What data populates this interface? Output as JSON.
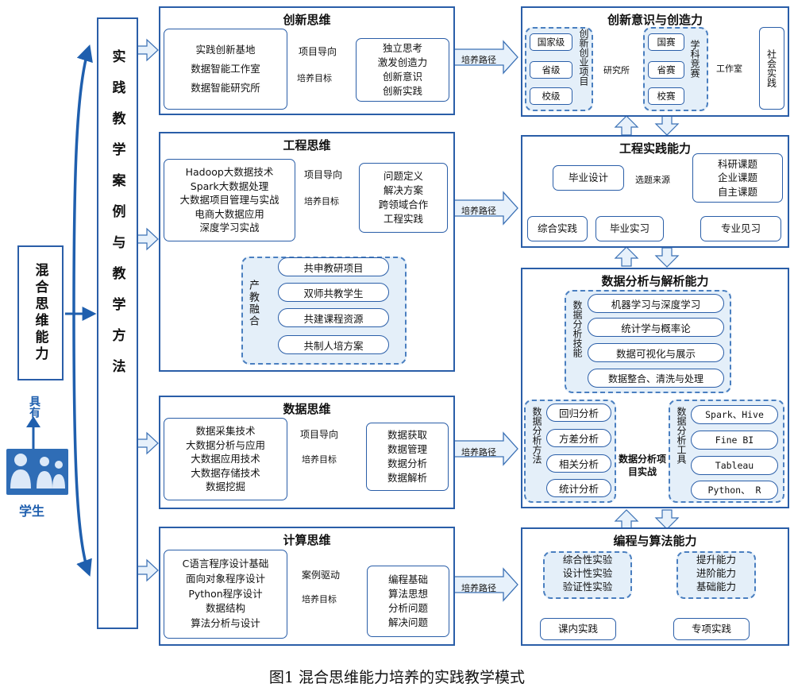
{
  "student_label": "学生",
  "left": {
    "mixed": "混合思维能力",
    "have": "具有"
  },
  "method": "实践教学案例与教学方法",
  "creative": {
    "title": "创新思维",
    "base": [
      "实践创新基地",
      "数据智能工作室",
      "数据智能研究所"
    ],
    "orient": "项目导向",
    "target": "培养目标",
    "result": [
      "独立思考",
      "激发创造力",
      "创新意识",
      "创新实践"
    ],
    "path": "培养路径"
  },
  "engineering": {
    "title": "工程思维",
    "courses": [
      "Hadoop大数据技术",
      "Spark大数据处理",
      "大数据项目管理与实战",
      "电商大数据应用",
      "深度学习实战"
    ],
    "orient": "项目导向",
    "target": "培养目标",
    "result": [
      "问题定义",
      "解决方案",
      "跨领域合作",
      "工程实践"
    ],
    "path": "培养路径",
    "industry_label": "产教融合",
    "industry": [
      "共申教研项目",
      "双师共教学生",
      "共建课程资源",
      "共制人培方案"
    ]
  },
  "data": {
    "title": "数据思维",
    "courses": [
      "数据采集技术",
      "大数据分析与应用",
      "大数据应用技术",
      "大数据存储技术",
      "数据挖掘"
    ],
    "orient": "项目导向",
    "target": "培养目标",
    "result": [
      "数据获取",
      "数据管理",
      "数据分析",
      "数据解析"
    ],
    "path": "培养路径"
  },
  "computing": {
    "title": "计算思维",
    "courses": [
      "C语言程序设计基础",
      "面向对象程序设计",
      "Python程序设计",
      "数据结构",
      "算法分析与设计"
    ],
    "orient": "案例驱动",
    "target": "培养目标",
    "result": [
      "编程基础",
      "算法思想",
      "分析问题",
      "解决问题"
    ],
    "path": "培养路径"
  },
  "innov_ability": {
    "title": "创新意识与创造力",
    "levels": [
      "国家级",
      "省级",
      "校级"
    ],
    "project": "创新创业项目",
    "institute": "研究所",
    "contests": [
      "国赛",
      "省赛",
      "校赛"
    ],
    "contest_label": "学科竞赛",
    "studio": "工作室",
    "social": "社会实践"
  },
  "eng_ability": {
    "title": "工程实践能力",
    "thesis": "毕业设计",
    "source": "选题来源",
    "topics": [
      "科研课题",
      "企业课题",
      "自主课题"
    ],
    "comprehensive": "综合实践",
    "internship": "毕业实习",
    "visit": "专业见习"
  },
  "analysis_ability": {
    "title": "数据分析与解析能力",
    "tech_label": "数据分析技能",
    "tech": [
      "机器学习与深度学习",
      "统计学与概率论",
      "数据可视化与展示",
      "数据整合、清洗与处理"
    ],
    "method_label": "数据分析方法",
    "methods": [
      "回归分析",
      "方差分析",
      "相关分析",
      "统计分析"
    ],
    "project": "数据分析项目实战",
    "tool_label": "数据分析工具",
    "tools": [
      "Spark、Hive",
      "Fine BI",
      "Tableau",
      "Python、 R"
    ]
  },
  "prog_ability": {
    "title": "编程与算法能力",
    "experiments": [
      "综合性实验",
      "设计性实验",
      "验证性实验"
    ],
    "abilities": [
      "提升能力",
      "进阶能力",
      "基础能力"
    ],
    "inclass": "课内实践",
    "special": "专项实践"
  },
  "caption": "图1 混合思维能力培养的实践教学模式"
}
